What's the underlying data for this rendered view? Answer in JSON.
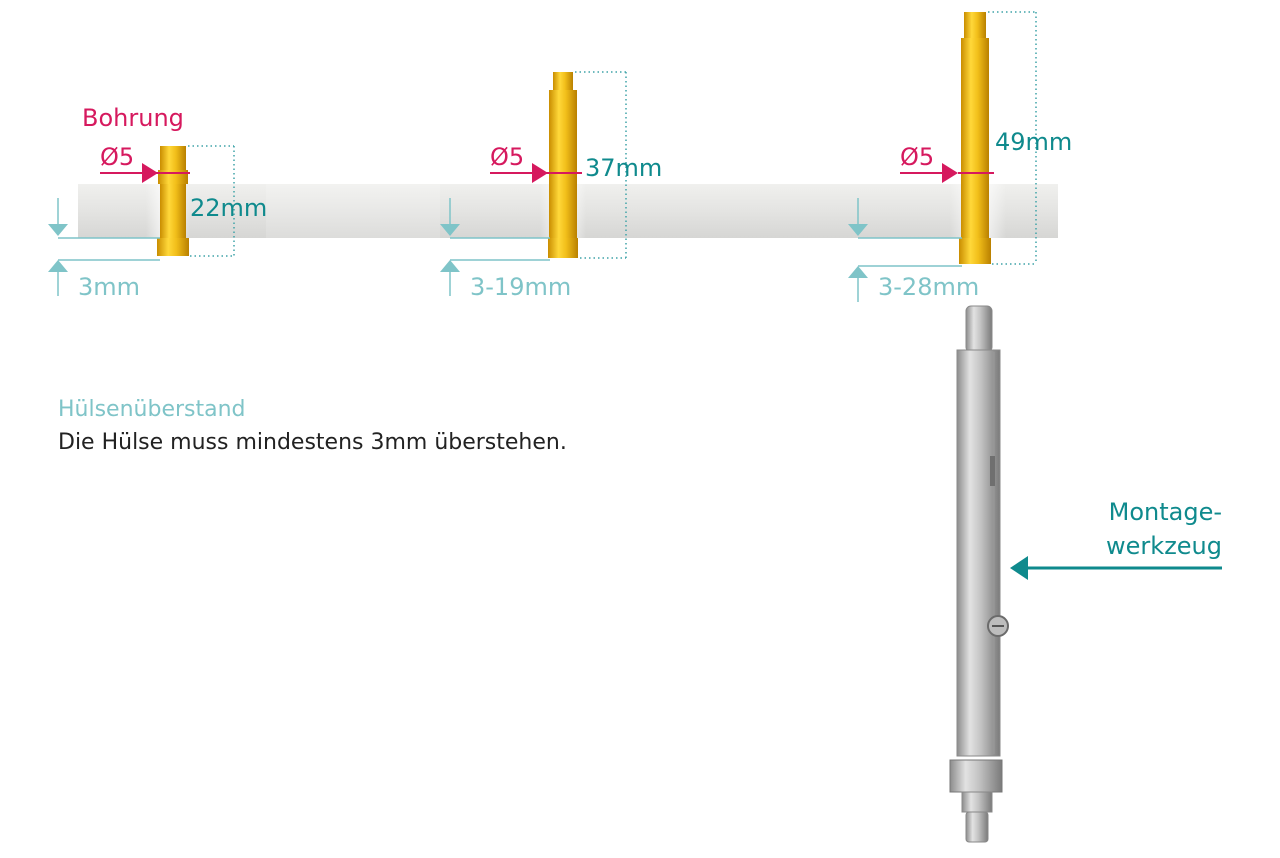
{
  "colors": {
    "magenta": "#d6195e",
    "teal": "#0f8a8d",
    "light_teal": "#7fc4c8",
    "gold": "#f2bf1a",
    "board": "#e6e6e6",
    "text": "#222222"
  },
  "bohrung_label": "Bohrung",
  "diameter_label": "Ø5",
  "sleeves": [
    {
      "length_label": "22mm",
      "protrusion_label": "3mm"
    },
    {
      "length_label": "37mm",
      "protrusion_label": "3-19mm"
    },
    {
      "length_label": "49mm",
      "protrusion_label": "3-28mm"
    }
  ],
  "info": {
    "title": "Hülsenüberstand",
    "text": "Die Hülse muss mindestens 3mm überstehen."
  },
  "tool": {
    "label_line1": "Montage-",
    "label_line2": "werkzeug"
  }
}
